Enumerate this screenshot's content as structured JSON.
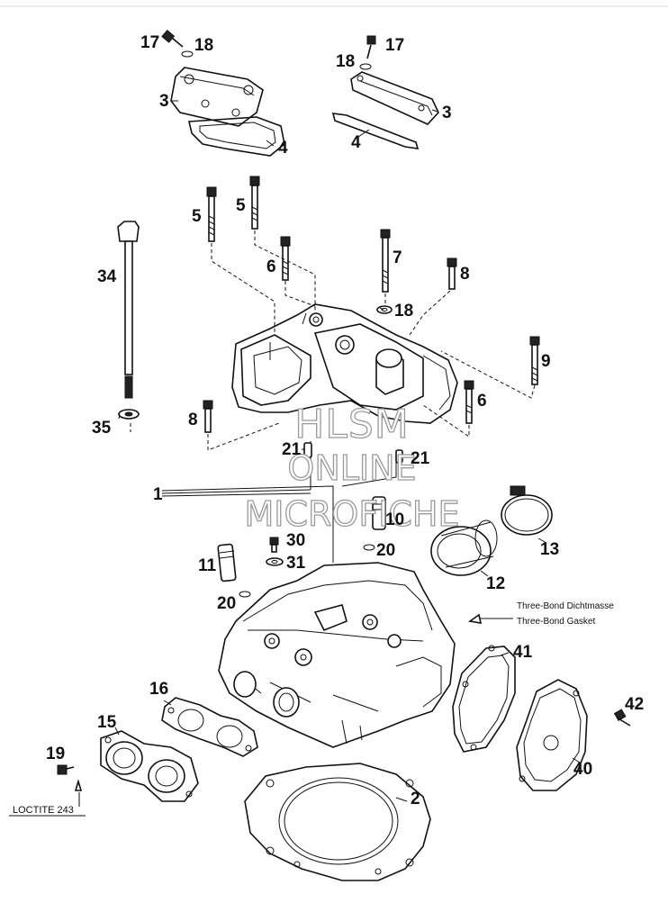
{
  "callouts": [
    "17",
    "18",
    "3",
    "4",
    "17",
    "18",
    "3",
    "4",
    "5",
    "5",
    "6",
    "7",
    "8",
    "18",
    "34",
    "9",
    "6",
    "8",
    "35",
    "21",
    "21",
    "1",
    "10",
    "20",
    "30",
    "31",
    "11",
    "13",
    "12",
    "20",
    "16",
    "15",
    "41",
    "42",
    "19",
    "40",
    "2"
  ],
  "notes": {
    "sealant_de": "Three-Bond Dichtmasse",
    "sealant_en": "Three-Bond Gasket",
    "loctite": "LOCTITE 243"
  },
  "watermark": {
    "line1": "HLSM",
    "line2": "ONLINE",
    "line3": "MICROFICHE"
  }
}
